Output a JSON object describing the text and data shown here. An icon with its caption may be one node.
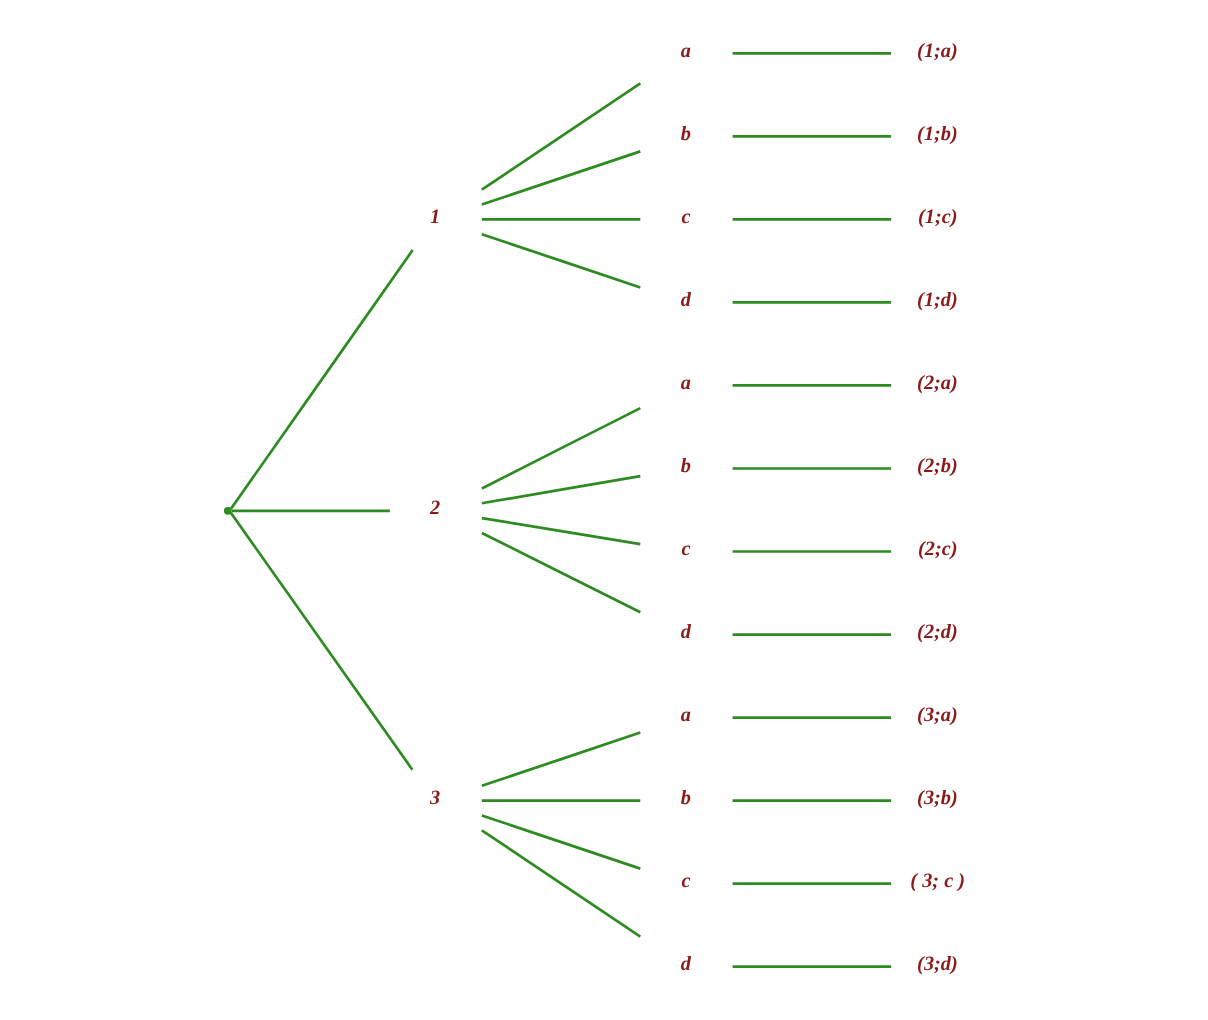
{
  "diagram": {
    "nodes": [
      {
        "text": [],
        "shape": "point"
      },
      {
        "text": [
          "1"
        ]
      },
      {
        "text": [
          "2"
        ]
      },
      {
        "text": [
          "3"
        ]
      },
      {
        "text": [
          "a"
        ]
      },
      {
        "text": [
          "b"
        ]
      },
      {
        "text": [
          "c"
        ]
      },
      {
        "text": [
          "d"
        ]
      },
      {
        "text": [
          "a"
        ]
      },
      {
        "text": [
          "b"
        ]
      },
      {
        "text": [
          "c"
        ]
      },
      {
        "text": [
          "d"
        ]
      },
      {
        "text": [
          "a"
        ]
      },
      {
        "text": [
          "b"
        ]
      },
      {
        "text": [
          "c"
        ]
      },
      {
        "text": [
          "d"
        ]
      },
      {
        "text": [
          "(1;a)"
        ]
      },
      {
        "text": [
          "(1;b)"
        ]
      },
      {
        "text": [
          "(1;c)"
        ]
      },
      {
        "text": [
          "(1;d)"
        ]
      },
      {
        "text": [
          "(2;a)"
        ]
      },
      {
        "text": [
          "(2;b)"
        ]
      },
      {
        "text": [
          "(2;c)"
        ]
      },
      {
        "text": [
          "(2;d)"
        ]
      },
      {
        "text": [
          "(3;a)"
        ]
      },
      {
        "text": [
          "(3;b)"
        ]
      },
      {
        "text": [
          "( 3; c )"
        ]
      },
      {
        "text": [
          "(3;d)"
        ]
      }
    ],
    "edges": [
      {
        "from": 0,
        "to": 1,
        "arrow": "none"
      },
      {
        "from": 0,
        "to": 2,
        "arrow": "none"
      },
      {
        "from": 0,
        "to": 3,
        "arrow": "none"
      },
      {
        "from": 1,
        "to": 4,
        "arrow": "none"
      },
      {
        "from": 1,
        "to": 5,
        "arrow": "none"
      },
      {
        "from": 1,
        "to": 6,
        "arrow": "none"
      },
      {
        "from": 1,
        "to": 7,
        "arrow": "none"
      },
      {
        "from": 2,
        "to": 8,
        "arrow": "none"
      },
      {
        "from": 2,
        "to": 9,
        "arrow": "none"
      },
      {
        "from": 2,
        "to": 10,
        "arrow": "none"
      },
      {
        "from": 2,
        "to": 11,
        "arrow": "none"
      },
      {
        "from": 3,
        "to": 12,
        "arrow": "none"
      },
      {
        "from": 3,
        "to": 13,
        "arrow": "none"
      },
      {
        "from": 3,
        "to": 14,
        "arrow": "none"
      },
      {
        "from": 3,
        "to": 15,
        "arrow": "none"
      },
      {
        "from": 4,
        "to": 16,
        "arrow": "none"
      },
      {
        "from": 5,
        "to": 17,
        "arrow": "none"
      },
      {
        "from": 6,
        "to": 18,
        "arrow": "none"
      },
      {
        "from": 7,
        "to": 19,
        "arrow": "none"
      },
      {
        "from": 8,
        "to": 20,
        "arrow": "none"
      },
      {
        "from": 9,
        "to": 21,
        "arrow": "none"
      },
      {
        "from": 10,
        "to": 22,
        "arrow": "none"
      },
      {
        "from": 11,
        "to": 23,
        "arrow": "none"
      },
      {
        "from": 12,
        "to": 24,
        "arrow": "none"
      },
      {
        "from": 13,
        "to": 25,
        "arrow": "none"
      },
      {
        "from": 14,
        "to": 26,
        "arrow": "none"
      },
      {
        "from": 15,
        "to": 27,
        "arrow": "none"
      }
    ]
  }
}
